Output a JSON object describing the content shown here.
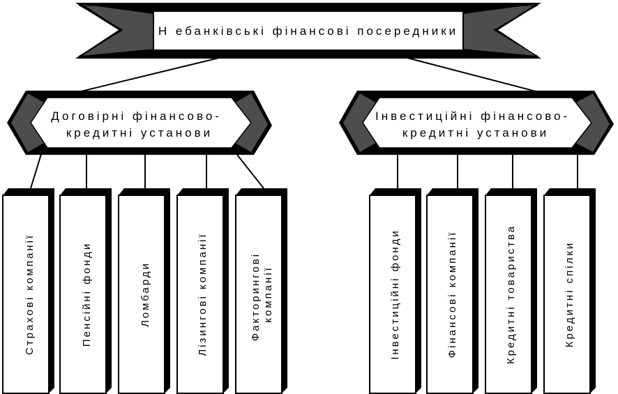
{
  "root": {
    "label": "Н ебанківські фінансові посередники"
  },
  "groups": [
    {
      "id": "contract",
      "label_lines": [
        "Договірні фінансово-",
        "кредитні установи"
      ],
      "items": [
        {
          "lines": [
            "Страхові компанії"
          ]
        },
        {
          "lines": [
            "Пенсійні фонди"
          ]
        },
        {
          "lines": [
            "Ломбарди"
          ]
        },
        {
          "lines": [
            "Лізингові компанії"
          ]
        },
        {
          "lines": [
            "Факторингові",
            "компанії"
          ]
        }
      ]
    },
    {
      "id": "investment",
      "label_lines": [
        "Інвестиційні фінансово-",
        "кредитні установи"
      ],
      "items": [
        {
          "lines": [
            "Інвестиційні фонди"
          ]
        },
        {
          "lines": [
            "Фінансові компанії"
          ]
        },
        {
          "lines": [
            "Кредитні товариства"
          ]
        },
        {
          "lines": [
            "Кредитні спілки"
          ]
        }
      ]
    }
  ]
}
